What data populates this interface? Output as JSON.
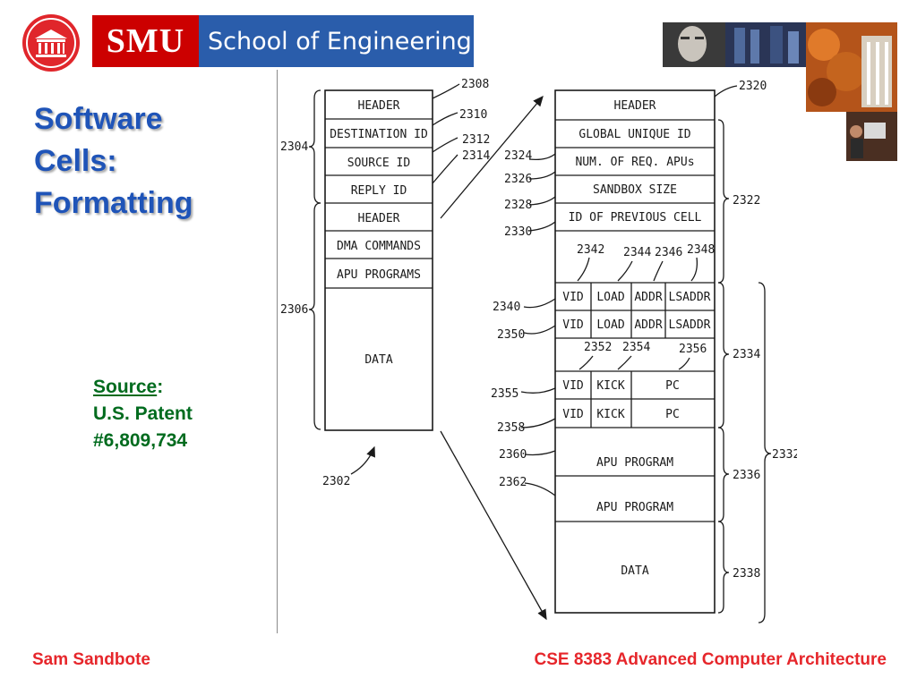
{
  "header": {
    "logo_wordmark": "SMU",
    "school_name": "School of Engineering",
    "brand_red": "#cc0000",
    "brand_blue": "#2a5dab"
  },
  "title": {
    "line1": "Software",
    "line2": "Cells:",
    "line3": "Formatting"
  },
  "source": {
    "label": "Source",
    "colon": ":",
    "line2": "U.S. Patent",
    "line3": "#6,809,734"
  },
  "footer": {
    "author": "Sam Sandbote",
    "course": "CSE 8383 Advanced Computer Architecture"
  },
  "figure": {
    "left_cell": {
      "fields": [
        "HEADER",
        "DESTINATION ID",
        "SOURCE ID",
        "REPLY ID",
        "HEADER",
        "DMA COMMANDS",
        "APU PROGRAMS",
        "DATA"
      ],
      "refs": {
        "r2308": "2308",
        "r2310": "2310",
        "r2312": "2312",
        "r2314": "2314",
        "r2304": "2304",
        "r2306": "2306",
        "r2302": "2302"
      }
    },
    "right_cell": {
      "header": "HEADER",
      "global_unique_id": "GLOBAL UNIQUE ID",
      "num_req_apus": "NUM. OF REQ. APUs",
      "sandbox_size": "SANDBOX SIZE",
      "previous_cell_id": "ID OF PREVIOUS CELL",
      "dma_row1": [
        "VID",
        "LOAD",
        "ADDR",
        "LSADDR"
      ],
      "dma_row2": [
        "VID",
        "LOAD",
        "ADDR",
        "LSADDR"
      ],
      "kick_row1": [
        "VID",
        "KICK",
        "PC"
      ],
      "kick_row2": [
        "VID",
        "KICK",
        "PC"
      ],
      "apu_program_1": "APU PROGRAM",
      "apu_program_2": "APU PROGRAM",
      "data": "DATA",
      "refs": {
        "r2320": "2320",
        "r2322": "2322",
        "r2324": "2324",
        "r2326": "2326",
        "r2328": "2328",
        "r2330": "2330",
        "r2342": "2342",
        "r2344": "2344",
        "r2346": "2346",
        "r2348": "2348",
        "r2340": "2340",
        "r2350": "2350",
        "r2352": "2352",
        "r2354": "2354",
        "r2356": "2356",
        "r2334": "2334",
        "r2355": "2355",
        "r2358": "2358",
        "r2360": "2360",
        "r2362": "2362",
        "r2332": "2332",
        "r2336": "2336",
        "r2338": "2338"
      }
    }
  },
  "header_photos": [
    {
      "icon": "portrait-photo"
    },
    {
      "icon": "server-room-photo"
    },
    {
      "icon": "autumn-campus-photo"
    },
    {
      "icon": "lab-workstation-photo"
    }
  ]
}
